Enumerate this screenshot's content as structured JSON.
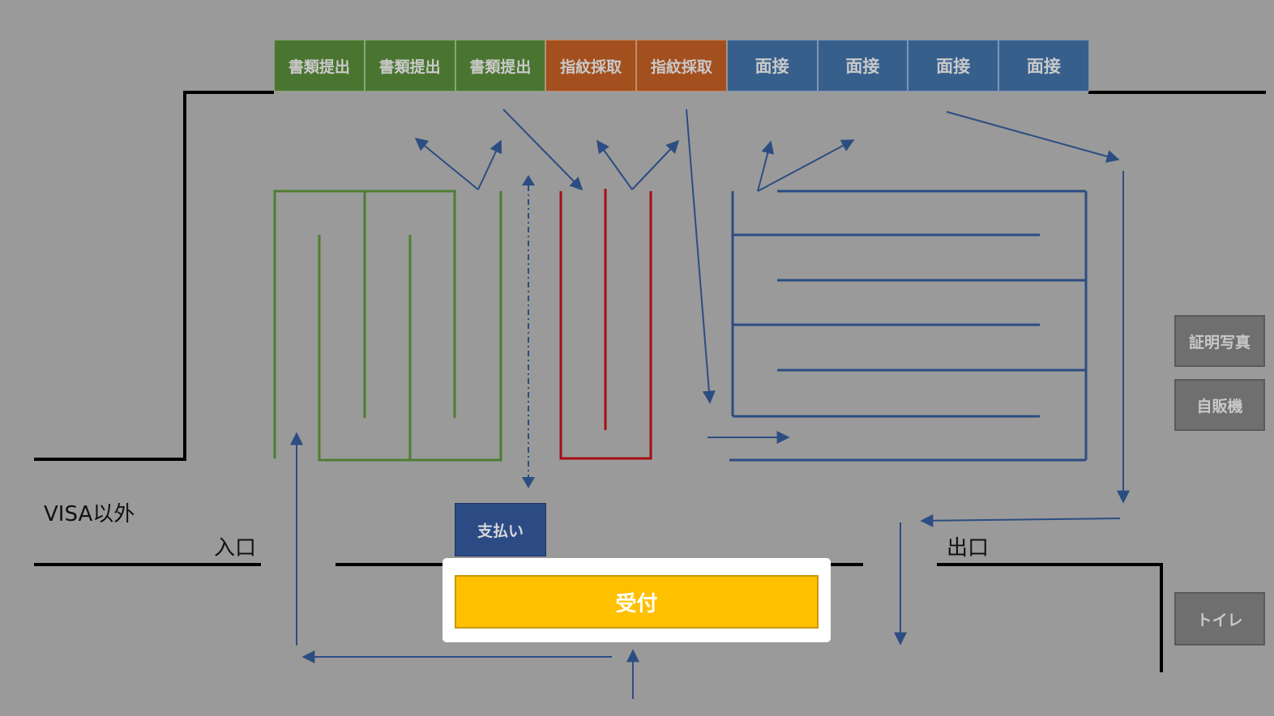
{
  "colors": {
    "background": "#9a9a9a",
    "documents": "#4a7530",
    "fingerprint": "#a34f1e",
    "interview": "#375f8c",
    "green_line": "#4e7d32",
    "red_line": "#a50f12",
    "blue_line": "#2c4d82",
    "payment": "#2c4b85",
    "reception": "#ffc000",
    "wall": "#000000"
  },
  "counters": [
    {
      "label": "書類提出",
      "kind": "documents"
    },
    {
      "label": "書類提出",
      "kind": "documents"
    },
    {
      "label": "書類提出",
      "kind": "documents"
    },
    {
      "label": "指紋採取",
      "kind": "fingerprint"
    },
    {
      "label": "指紋採取",
      "kind": "fingerprint"
    },
    {
      "label": "面接",
      "kind": "interview"
    },
    {
      "label": "面接",
      "kind": "interview"
    },
    {
      "label": "面接",
      "kind": "interview"
    },
    {
      "label": "面接",
      "kind": "interview"
    }
  ],
  "side_facilities": {
    "photo": "証明写真",
    "vending": "自販機",
    "toilet": "トイレ"
  },
  "labels": {
    "visa_other": "VISA以外",
    "entrance": "入口",
    "exit": "出口",
    "payment": "支払い",
    "reception": "受付"
  }
}
